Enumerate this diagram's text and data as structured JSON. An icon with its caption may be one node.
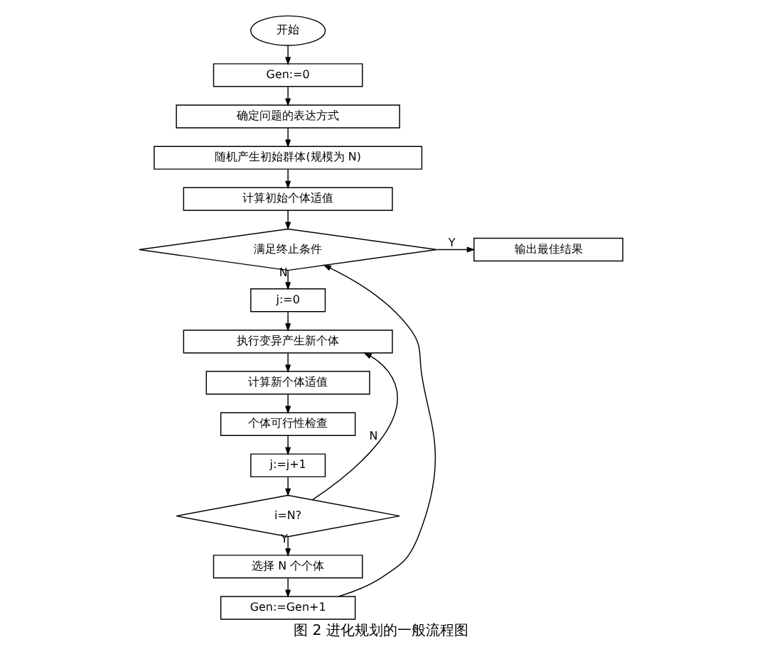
{
  "diagram": {
    "caption": "图 2 进化规划的一般流程图",
    "nodes": [
      {
        "text": [
          "开始"
        ]
      },
      {
        "text": [
          "Gen:=0"
        ]
      },
      {
        "text": [
          "确定问题的表达方式"
        ]
      },
      {
        "text": [
          "随机产生初始群体(规模为 N)"
        ]
      },
      {
        "text": [
          "计算初始个体适值"
        ]
      },
      {
        "text": [
          "满足终止条件"
        ]
      },
      {
        "text": [
          "输出最佳结果"
        ]
      },
      {
        "text": [
          "j:=0"
        ]
      },
      {
        "text": [
          "执行变异产生新个体"
        ]
      },
      {
        "text": [
          "计算新个体适值"
        ]
      },
      {
        "text": [
          "个体可行性检查"
        ]
      },
      {
        "text": [
          "j:=j+1"
        ]
      },
      {
        "text": [
          "i=N?"
        ]
      },
      {
        "text": [
          "选择 N 个个体"
        ]
      },
      {
        "text": [
          "Gen:=Gen+1"
        ]
      }
    ],
    "edges": [
      {
        "from": 0,
        "to": 1,
        "arrow": "to"
      },
      {
        "from": 1,
        "to": 2,
        "arrow": "to"
      },
      {
        "from": 2,
        "to": 3,
        "arrow": "to"
      },
      {
        "from": 3,
        "to": 4,
        "arrow": "to"
      },
      {
        "from": 4,
        "to": 5,
        "arrow": "to"
      },
      {
        "from": 5,
        "to": 6,
        "arrow": "to",
        "label": "Y"
      },
      {
        "from": 5,
        "to": 7,
        "arrow": "to",
        "label": "N"
      },
      {
        "from": 7,
        "to": 8,
        "arrow": "to"
      },
      {
        "from": 8,
        "to": 9,
        "arrow": "to"
      },
      {
        "from": 9,
        "to": 10,
        "arrow": "to"
      },
      {
        "from": 10,
        "to": 11,
        "arrow": "to"
      },
      {
        "from": 11,
        "to": 12,
        "arrow": "to"
      },
      {
        "from": 12,
        "to": 8,
        "arrow": "to",
        "label": "N"
      },
      {
        "from": 12,
        "to": 13,
        "arrow": "to",
        "label": "Y"
      },
      {
        "from": 13,
        "to": 14,
        "arrow": "to"
      },
      {
        "from": 14,
        "to": 5,
        "arrow": "to"
      }
    ]
  }
}
